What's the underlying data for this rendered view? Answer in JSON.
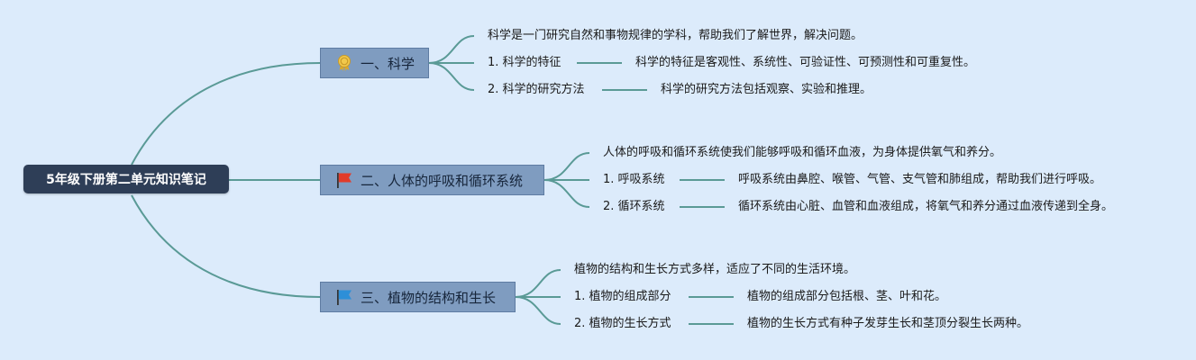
{
  "root": {
    "label": "5年级下册第二单元知识笔记"
  },
  "topics": [
    {
      "label": "一、科学",
      "icon": "award-ribbon-icon",
      "intro": "科学是一门研究自然和事物规律的学科，帮助我们了解世界，解决问题。",
      "items": [
        {
          "label": "1. 科学的特征",
          "detail": "科学的特征是客观性、系统性、可验证性、可预测性和可重复性。"
        },
        {
          "label": "2. 科学的研究方法",
          "detail": "科学的研究方法包括观察、实验和推理。"
        }
      ]
    },
    {
      "label": "二、人体的呼吸和循环系统",
      "icon": "red-flag-icon",
      "intro": "人体的呼吸和循环系统使我们能够呼吸和循环血液，为身体提供氧气和养分。",
      "items": [
        {
          "label": "1. 呼吸系统",
          "detail": "呼吸系统由鼻腔、喉管、气管、支气管和肺组成，帮助我们进行呼吸。"
        },
        {
          "label": "2. 循环系统",
          "detail": "循环系统由心脏、血管和血液组成，将氧气和养分通过血液传递到全身。"
        }
      ]
    },
    {
      "label": "三、植物的结构和生长",
      "icon": "blue-flag-icon",
      "intro": "植物的结构和生长方式多样，适应了不同的生活环境。",
      "items": [
        {
          "label": "1. 植物的组成部分",
          "detail": "植物的组成部分包括根、茎、叶和花。"
        },
        {
          "label": "2. 植物的生长方式",
          "detail": "植物的生长方式有种子发芽生长和茎顶分裂生长两种。"
        }
      ]
    }
  ],
  "colors": {
    "background": "#dcebfb",
    "root_fill": "#2e3e57",
    "topic_fill": "#7f9cc0",
    "connector": "#5a9a96",
    "award_icon": "#e0b33b",
    "red_flag": "#e23b2a",
    "blue_flag": "#2d8fd8"
  }
}
